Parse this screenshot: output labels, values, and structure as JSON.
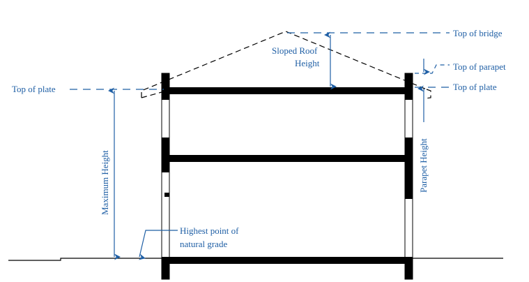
{
  "diagram": {
    "title": "Building height measurement section",
    "colors": {
      "annotation": "#1f5fa5",
      "structure": "#000000",
      "background": "#ffffff"
    },
    "labels": {
      "top_of_bridge": "Top of bridge",
      "top_of_parapet": "Top of parapet",
      "top_of_plate_right": "Top of plate",
      "top_of_plate_left": "Top of plate",
      "sloped_roof_height_line1": "Sloped Roof",
      "sloped_roof_height_line2": "Height",
      "maximum_height": "Maximum Height",
      "parapet_height": "Parapet Height",
      "natural_grade_line1": "Highest point of",
      "natural_grade_line2": "natural grade"
    }
  }
}
